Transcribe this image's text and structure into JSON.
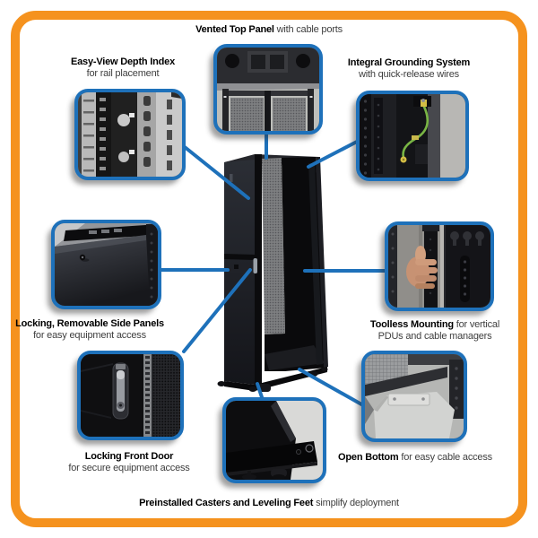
{
  "colors": {
    "frame_orange": "#F5921E",
    "accent_blue": "#1E71BA",
    "background": "#FFFFFF",
    "label_bold": "#000000",
    "label_regular": "#3E3E3E"
  },
  "features": {
    "vented_top": {
      "bold": "Vented Top Panel",
      "rest": " with cable ports"
    },
    "depth_index": {
      "bold": "Easy-View Depth Index",
      "line2": "for rail placement"
    },
    "grounding": {
      "bold": "Integral Grounding System",
      "line2": "with quick-release wires"
    },
    "side_panels": {
      "bold": "Locking, Removable Side Panels",
      "line2": "for easy equipment access"
    },
    "toolless": {
      "bold": "Toolless Mounting",
      "rest": " for vertical",
      "line2": "PDUs and cable managers"
    },
    "front_door": {
      "bold": "Locking Front Door",
      "line2": "for secure equipment access"
    },
    "open_bottom": {
      "bold": "Open Bottom",
      "rest": " for easy cable access"
    },
    "casters": {
      "bold": "Preinstalled Casters and Leveling Feet",
      "rest": " simplify deployment"
    }
  },
  "photos": {
    "center": "rack-cabinet-photo",
    "vented_top": "vented-top-panel-photo",
    "depth_index": "depth-index-rails-photo",
    "grounding": "grounding-wire-photo",
    "side_panels": "side-panel-photo",
    "toolless": "toolless-mounting-photo",
    "front_door": "front-door-lock-photo",
    "open_bottom": "open-bottom-floor-photo",
    "casters": "casters-leveling-feet-photo"
  }
}
